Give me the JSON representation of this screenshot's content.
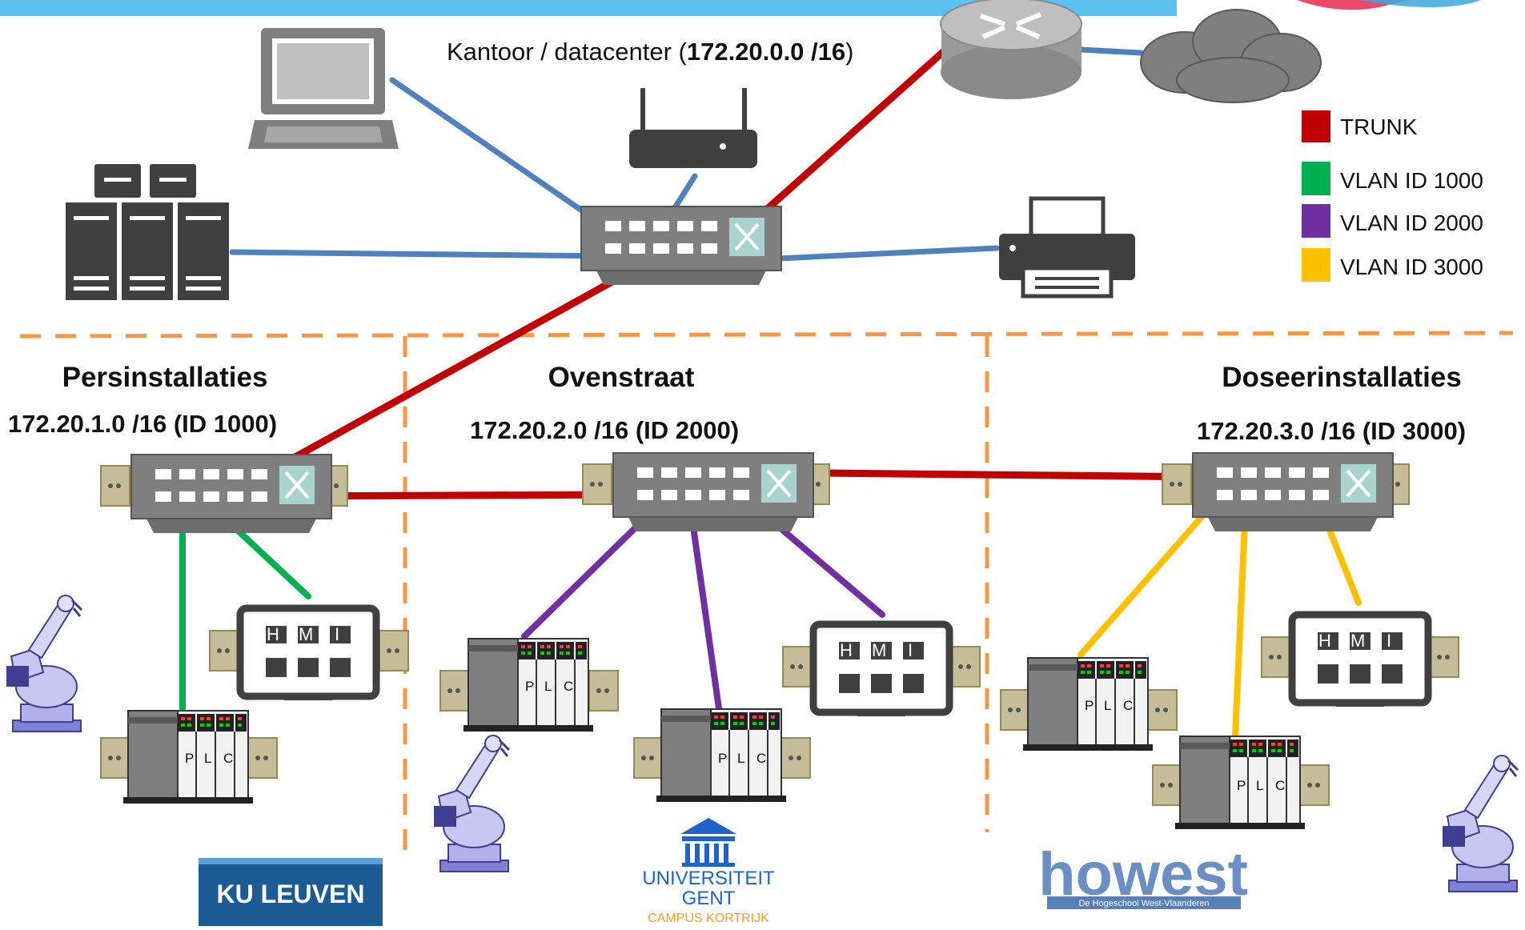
{
  "colors": {
    "banner": "#5ac3f1",
    "trunk": "#c00000",
    "vlan1000": "#00b050",
    "vlan2000": "#7030a0",
    "vlan3000": "#ffc000",
    "office_link": "#4f81bd",
    "separator": "#f79646"
  },
  "office": {
    "label_prefix": "Kantoor / datacenter (",
    "label_network": "172.20.0.0 /16",
    "label_suffix": ")"
  },
  "legend": [
    {
      "label": "TRUNK",
      "color": "#c00000"
    },
    {
      "label": "VLAN ID 1000",
      "color": "#00b050"
    },
    {
      "label": "VLAN ID 2000",
      "color": "#7030a0"
    },
    {
      "label": "VLAN ID 3000",
      "color": "#ffc000"
    }
  ],
  "zones": [
    {
      "name": "Persinstallaties",
      "subnet": "172.20.1.0 /16 (ID 1000)"
    },
    {
      "name": "Ovenstraat",
      "subnet": "172.20.2.0 /16 (ID 2000)"
    },
    {
      "name": "Doseerinstallaties",
      "subnet": "172.20.3.0 /16 (ID 3000)"
    }
  ],
  "device_text": {
    "plc": [
      "P",
      "L",
      "C"
    ],
    "hmi": [
      "H",
      "M",
      "I"
    ]
  },
  "logos": {
    "kuleuven": "KU LEUVEN",
    "ugent_line1": "UNIVERSITEIT",
    "ugent_line2": "GENT",
    "ugent_line3": "CAMPUS KORTRIJK",
    "howest": "howest",
    "howest_tagline": "De Hogeschool West-Vlaanderen"
  }
}
